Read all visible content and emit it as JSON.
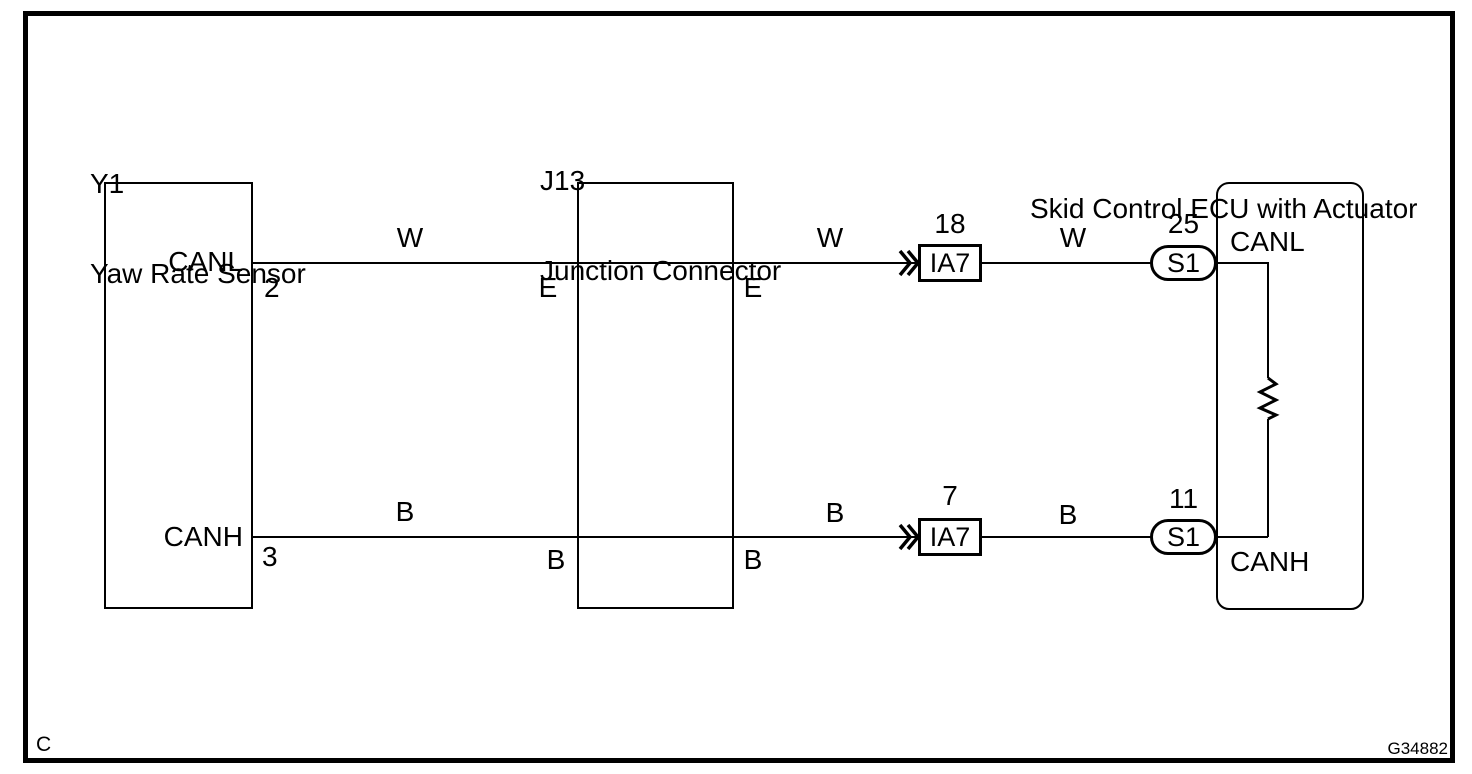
{
  "footer": {
    "corner_mark": "C",
    "figure_id": "G34882"
  },
  "yaw_sensor": {
    "code": "Y1",
    "name": "Yaw Rate Sensor",
    "canl_label": "CANL",
    "canl_pin": "2",
    "canh_label": "CANH",
    "canh_pin": "3"
  },
  "junction": {
    "code": "J13",
    "name": "Junction Connector",
    "canl_pin_left": "E",
    "canl_pin_right": "E",
    "canh_pin_left": "B",
    "canh_pin_right": "B"
  },
  "ecu": {
    "name": "Skid Control ECU with Actuator",
    "canl_label": "CANL",
    "canh_label": "CANH"
  },
  "canl_wire": {
    "color_label_1": "W",
    "color_label_2": "W",
    "color_label_3": "W"
  },
  "canh_wire": {
    "color_label_1": "B",
    "color_label_2": "B",
    "color_label_3": "B"
  },
  "connectors": {
    "ia7_canl": {
      "pin": "18",
      "label": "IA7"
    },
    "s1_canl": {
      "pin": "25",
      "label": "S1"
    },
    "ia7_canh": {
      "pin": "7",
      "label": "IA7"
    },
    "s1_canh": {
      "pin": "11",
      "label": "S1"
    }
  }
}
